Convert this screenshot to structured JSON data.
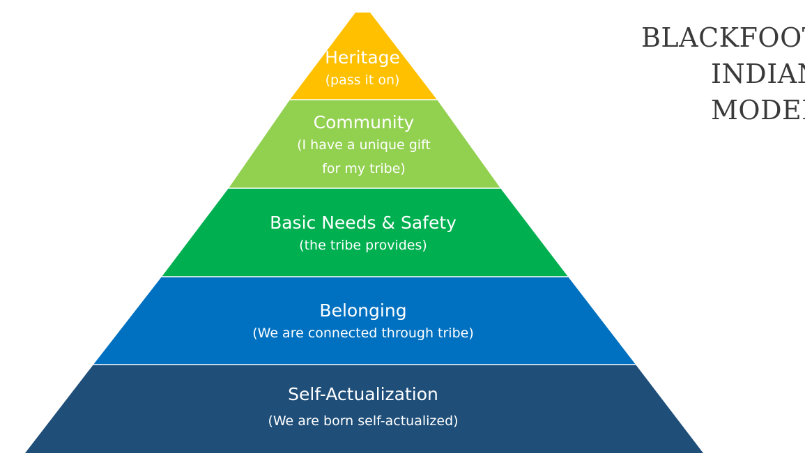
{
  "title": {
    "lines": [
      "BLACKFOOT",
      "INDIAN",
      "MODEL"
    ]
  },
  "tiers": [
    {
      "title": "Heritage",
      "lines": [
        "(pass it on)"
      ],
      "color": "#FFC000"
    },
    {
      "title": "Community",
      "lines": [
        "(I have a unique gift",
        "for my tribe)"
      ],
      "color": "#92D050"
    },
    {
      "title": "Basic Needs & Safety",
      "lines": [
        "(the tribe provides)"
      ],
      "color": "#00B050"
    },
    {
      "title": "Belonging",
      "lines": [
        "(We are connected through tribe)"
      ],
      "color": "#0070C0"
    },
    {
      "title": "Self-Actualization",
      "lines": [
        "(We are born self-actualized)"
      ],
      "color": "#1F4E79"
    }
  ]
}
